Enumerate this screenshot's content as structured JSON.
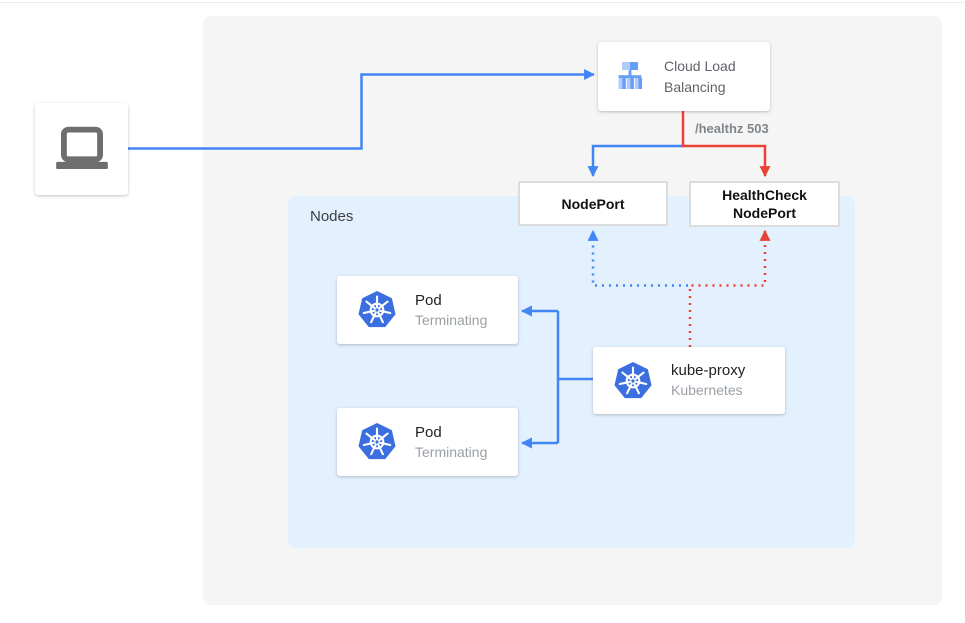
{
  "colors": {
    "traffic_blue": "#4285f4",
    "health_red": "#ea4335",
    "canvas_gray": "#f5f5f5",
    "nodes_panel_blue": "#e3f0fd",
    "k8s_blue": "#3b6fe0",
    "lb_icon_light": "#aecbfa",
    "lb_icon_mid": "#669df6",
    "laptop_gray": "#6e6e6e",
    "title_text": "#202124",
    "muted_text": "#9aa0a6",
    "label_text": "#3c4043",
    "healthz_text": "#80868b"
  },
  "diagram": {
    "client": {
      "icon": "laptop-icon"
    },
    "load_balancer": {
      "title": "Cloud Load Balancing",
      "icon": "load-balancer-icon"
    },
    "health_label": "/healthz 503",
    "nodes_panel": {
      "label": "Nodes"
    },
    "nodeport": {
      "label": "NodePort"
    },
    "healthcheck_nodeport": {
      "label": "HealthCheck NodePort"
    },
    "pods": [
      {
        "title": "Pod",
        "subtitle": "Terminating",
        "icon": "kubernetes-icon"
      },
      {
        "title": "Pod",
        "subtitle": "Terminating",
        "icon": "kubernetes-icon"
      }
    ],
    "kube_proxy": {
      "title": "kube-proxy",
      "subtitle": "Kubernetes",
      "icon": "kubernetes-icon"
    }
  }
}
